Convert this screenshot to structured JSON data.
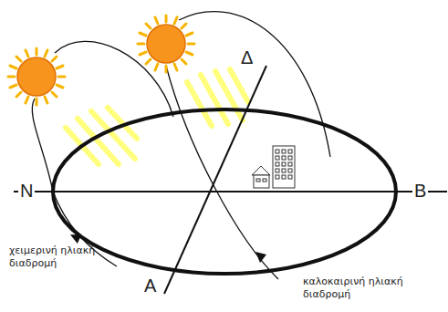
{
  "diagram": {
    "labels": [
      "Δ",
      "Ν",
      "Β",
      "χειμερινή ηλιακή διαδρομή",
      "Α",
      "καλοκαιρινή ηλιακή διαδρομή"
    ]
  }
}
